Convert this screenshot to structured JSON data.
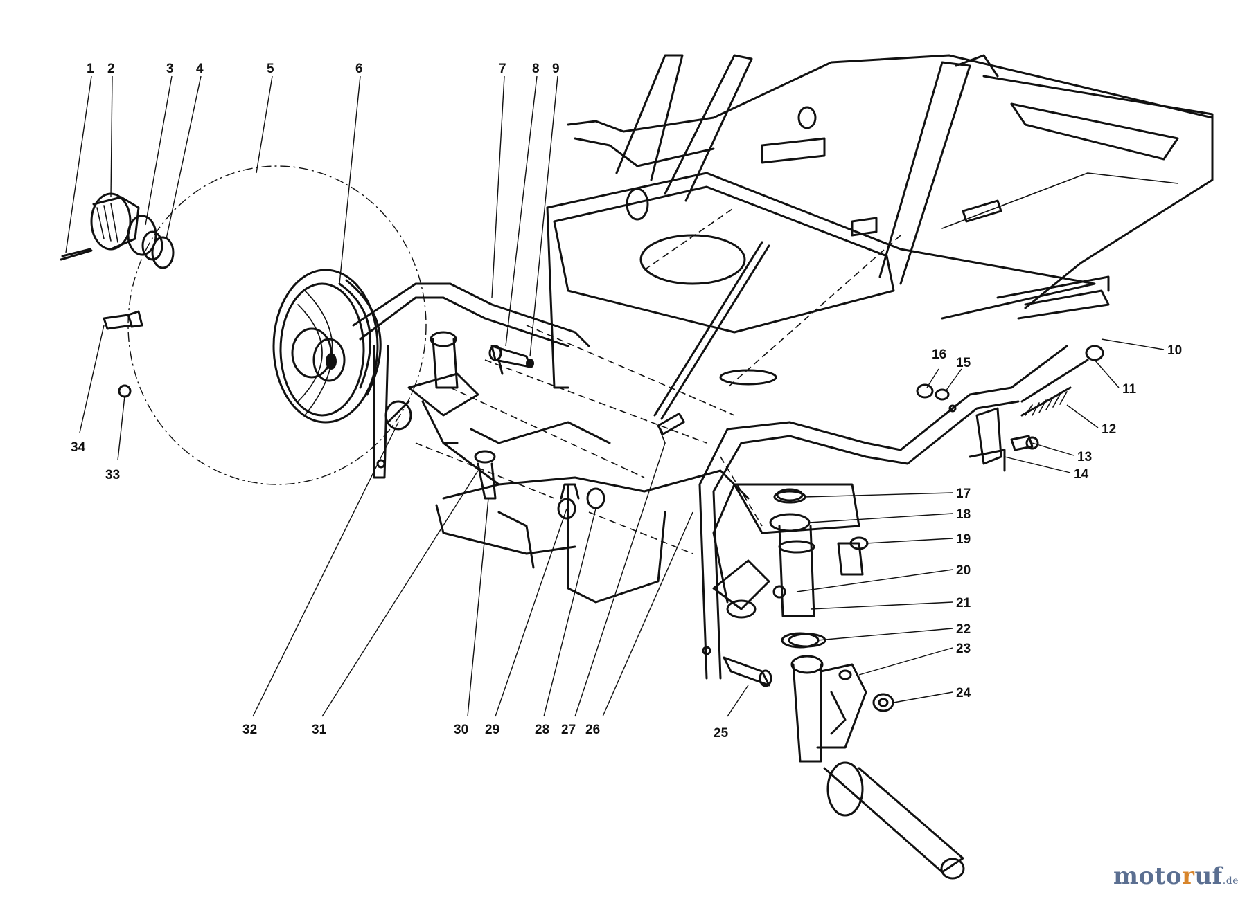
{
  "diagram": {
    "type": "exploded-parts-view",
    "labels": [
      {
        "id": "1",
        "text": "1"
      },
      {
        "id": "2",
        "text": "2"
      },
      {
        "id": "3",
        "text": "3"
      },
      {
        "id": "4",
        "text": "4"
      },
      {
        "id": "5",
        "text": "5"
      },
      {
        "id": "6",
        "text": "6"
      },
      {
        "id": "7",
        "text": "7"
      },
      {
        "id": "8",
        "text": "8"
      },
      {
        "id": "9",
        "text": "9"
      },
      {
        "id": "10",
        "text": "10"
      },
      {
        "id": "11",
        "text": "11"
      },
      {
        "id": "12",
        "text": "12"
      },
      {
        "id": "13",
        "text": "13"
      },
      {
        "id": "14",
        "text": "14"
      },
      {
        "id": "15",
        "text": "15"
      },
      {
        "id": "16",
        "text": "16"
      },
      {
        "id": "17",
        "text": "17"
      },
      {
        "id": "18",
        "text": "18"
      },
      {
        "id": "19",
        "text": "19"
      },
      {
        "id": "20",
        "text": "20"
      },
      {
        "id": "21",
        "text": "21"
      },
      {
        "id": "22",
        "text": "22"
      },
      {
        "id": "23",
        "text": "23"
      },
      {
        "id": "24",
        "text": "24"
      },
      {
        "id": "25",
        "text": "25"
      },
      {
        "id": "26",
        "text": "26"
      },
      {
        "id": "27",
        "text": "27"
      },
      {
        "id": "28",
        "text": "28"
      },
      {
        "id": "29",
        "text": "29"
      },
      {
        "id": "30",
        "text": "30"
      },
      {
        "id": "31",
        "text": "31"
      },
      {
        "id": "32",
        "text": "32"
      },
      {
        "id": "33",
        "text": "33"
      },
      {
        "id": "34",
        "text": "34"
      }
    ]
  },
  "watermark": {
    "main": "moto",
    "accent": "r",
    "rest": "uf",
    "tld": ".de"
  },
  "colors": {
    "ink": "#111111",
    "background": "#ffffff",
    "watermark_blue": "#5b6f91",
    "watermark_orange": "#d8852b"
  }
}
